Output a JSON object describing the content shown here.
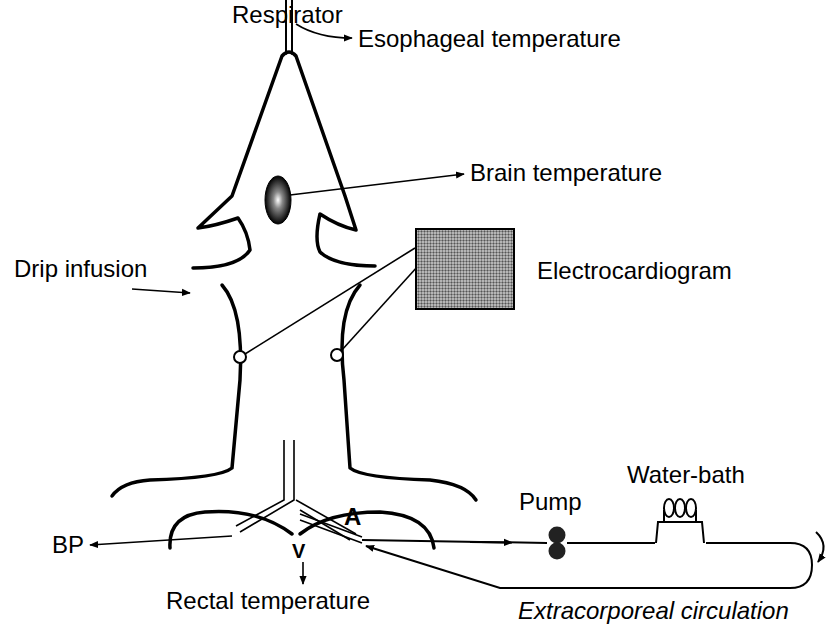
{
  "diagram": {
    "nodes": [
      {
        "text": [
          "Electrocardiogram"
        ]
      },
      {
        "text": [
          "Pump"
        ]
      },
      {
        "text": [
          "Water-bath"
        ]
      }
    ],
    "edges": [
      {
        "from": 1,
        "to": 2,
        "arrow": "none"
      }
    ],
    "labels": [
      "Respirator",
      "Esophageal temperature",
      "Brain temperature",
      "Drip infusion",
      "BP",
      "A",
      "V",
      "Rectal temperature",
      "Extracorporeal circulation"
    ]
  }
}
